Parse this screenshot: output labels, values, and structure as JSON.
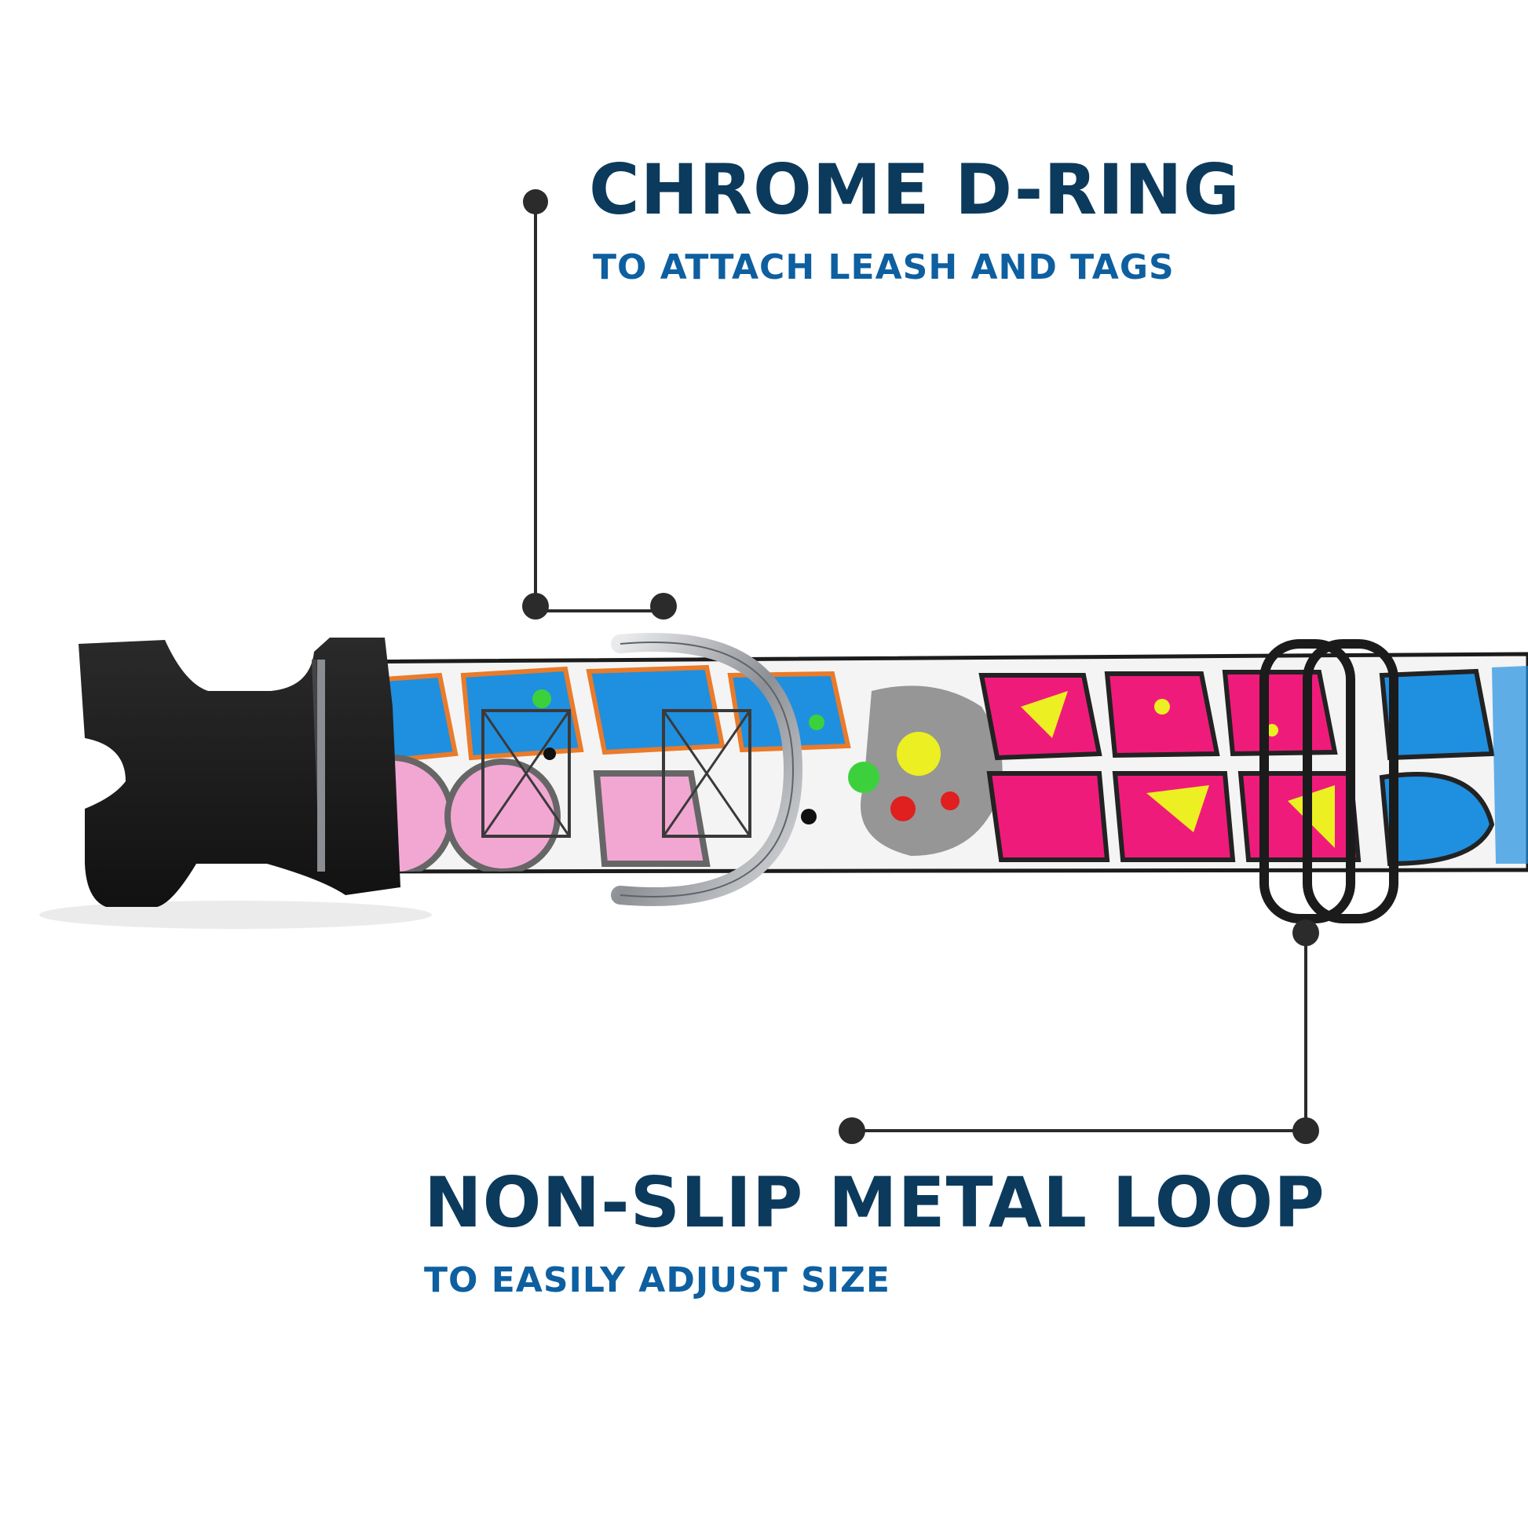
{
  "colors": {
    "title": "#0b3a5c",
    "subtitle": "#0d5fa0",
    "leader": "#2b2b2b",
    "strap_bg": "#f4f4f4",
    "buckle": "#1b1b1b",
    "metal": "#b9bcc0",
    "graffiti_blue": "#1f8fe0",
    "graffiti_pink": "#f2a7d3",
    "graffiti_magenta": "#ef1b7a",
    "graffiti_yellow": "#ecef22"
  },
  "callouts": [
    {
      "title": "CHROME D-RING",
      "subtitle": "TO ATTACH LEASH AND TAGS"
    },
    {
      "title": "NON-SLIP METAL LOOP",
      "subtitle": "TO EASILY ADJUST SIZE"
    }
  ],
  "icons": [
    "collar-buckle-icon",
    "d-ring-icon",
    "slide-loop-icon"
  ]
}
